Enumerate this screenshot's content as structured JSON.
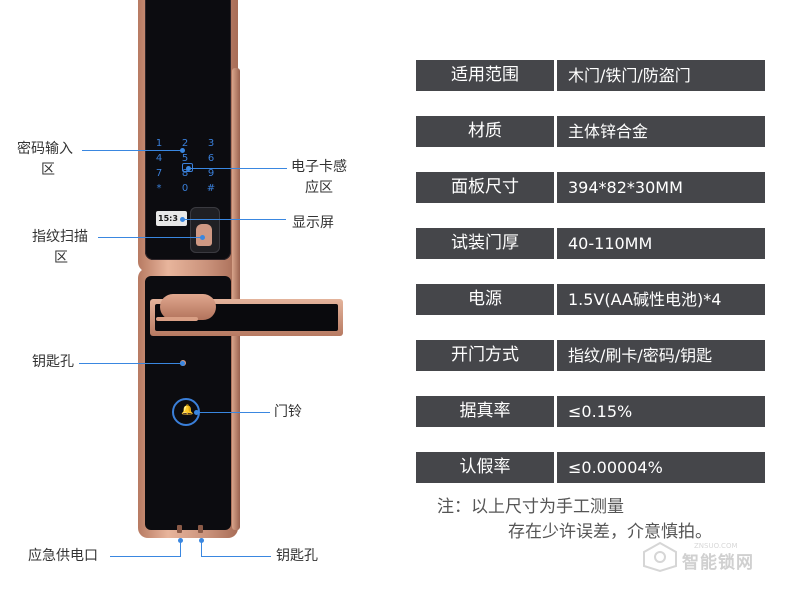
{
  "keypad": {
    "keys": [
      "1",
      "2",
      "3",
      "4",
      "5",
      "6",
      "7",
      "8",
      "9",
      "*",
      "0",
      "#"
    ]
  },
  "display": {
    "time": "15:3"
  },
  "callouts": {
    "keypad_area_line1": "密码输入",
    "keypad_area_line2": "区",
    "card_area_line1": "电子卡感",
    "card_area_line2": "应区",
    "display": "显示屏",
    "fingerprint_line1": "指纹扫描",
    "fingerprint_line2": "区",
    "keyhole": "钥匙孔",
    "doorbell": "门铃",
    "emergency_power": "应急供电口",
    "keyhole_bottom": "钥匙孔"
  },
  "specs": [
    {
      "label": "适用范围",
      "value": "木门/铁门/防盗门"
    },
    {
      "label": "材质",
      "value": "主体锌合金"
    },
    {
      "label": "面板尺寸",
      "value": "394*82*30MM"
    },
    {
      "label": "试装门厚",
      "value": "40-110MM"
    },
    {
      "label": "电源",
      "value": "1.5V(AA碱性电池)*4"
    },
    {
      "label": "开门方式",
      "value": "指纹/刷卡/密码/钥匙"
    },
    {
      "label": "据真率",
      "value": "≤0.15%"
    },
    {
      "label": "认假率",
      "value": "≤0.00004%"
    }
  ],
  "note": {
    "line1": "注：以上尺寸为手工测量",
    "line2": "存在少许误差，介意慎拍。"
  },
  "watermark": {
    "name": "智能锁网",
    "url": "ZNSUO.COM"
  },
  "colors": {
    "accent_blue": "#3a87e0",
    "table_bg": "#45464a",
    "rose_gold": "#c9917a"
  }
}
